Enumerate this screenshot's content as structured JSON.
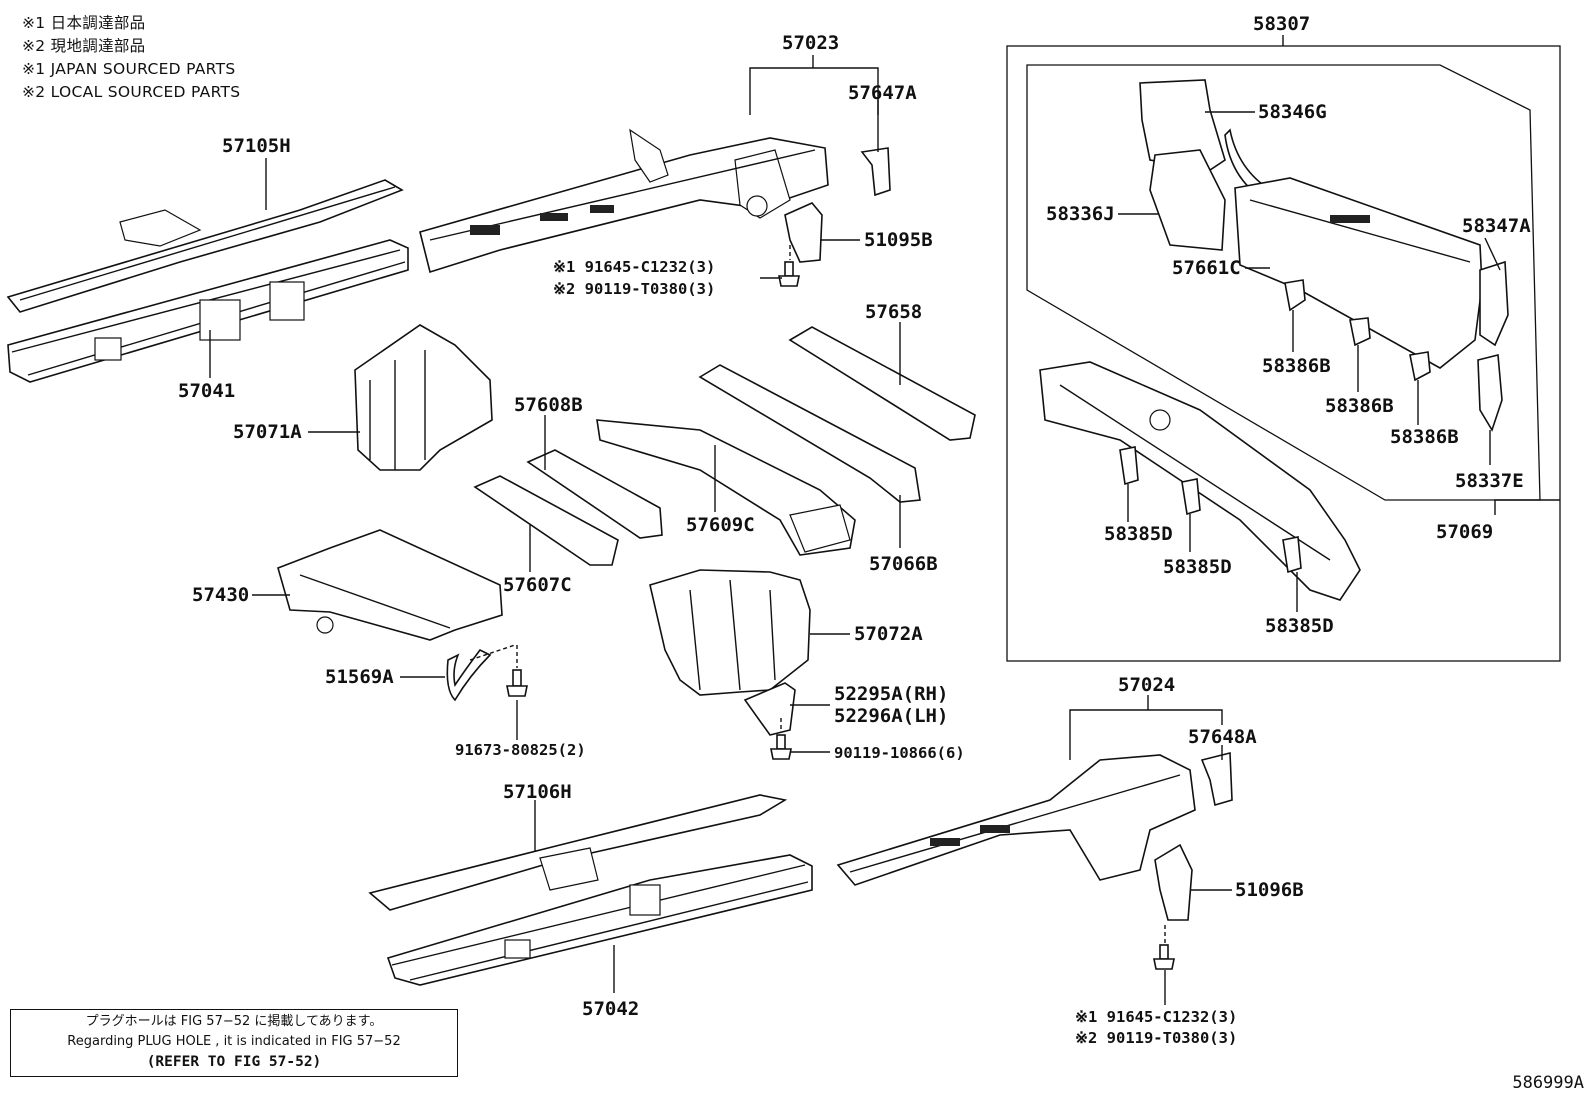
{
  "legend": [
    "※1  日本調達部品",
    "※2  現地調達部品",
    "※1  JAPAN SOURCED PARTS",
    "※2  LOCAL SOURCED PARTS"
  ],
  "callouts": {
    "p57105H": "57105H",
    "p57041": "57041",
    "p57023": "57023",
    "p57647A": "57647A",
    "p51095B": "51095B",
    "p91645a": "※1 91645-C1232(3)",
    "p90119a": "※2 90119-T0380(3)",
    "p57071A": "57071A",
    "p57658": "57658",
    "p57608B": "57608B",
    "p57609C": "57609C",
    "p57066B": "57066B",
    "p57607C": "57607C",
    "p57430": "57430",
    "p57072A": "57072A",
    "p51569A": "51569A",
    "p52295A": "52295A(RH)",
    "p52296A": "52296A(LH)",
    "p91673": "91673-80825(2)",
    "p90119b": "90119-10866(6)",
    "p58307": "58307",
    "p58346G": "58346G",
    "p58336J": "58336J",
    "p58347A": "58347A",
    "p57661C": "57661C",
    "p58386B1": "58386B",
    "p58386B2": "58386B",
    "p58386B3": "58386B",
    "p58337E": "58337E",
    "p57069": "57069",
    "p58385D1": "58385D",
    "p58385D2": "58385D",
    "p58385D3": "58385D",
    "p57024": "57024",
    "p57648A": "57648A",
    "p57106H": "57106H",
    "p51096B": "51096B",
    "p57042": "57042",
    "p91645b": "※1 91645-C1232(3)",
    "p90119c": "※2 90119-T0380(3)"
  },
  "note": {
    "jp": "プラグホールは FIG  57−52 に掲載してあります。",
    "en": "Regarding  PLUG  HOLE , it is indicated in  FIG  57−52",
    "ref": "(REFER TO FIG 57-52)"
  },
  "figure_number": "586999A"
}
